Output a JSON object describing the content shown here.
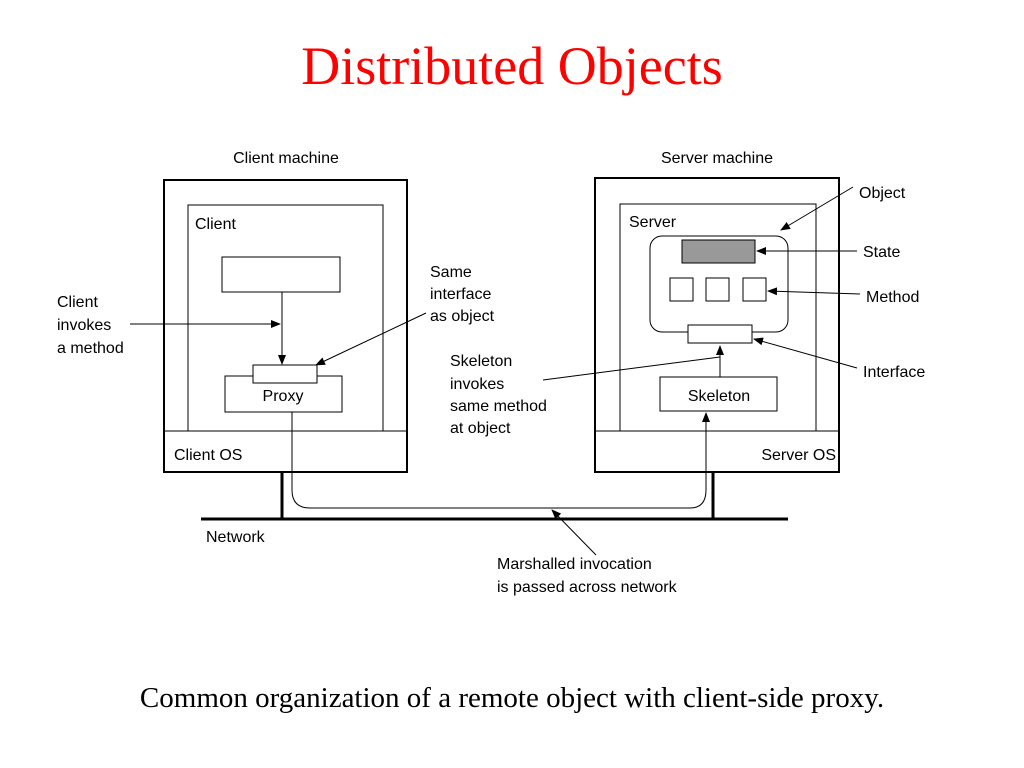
{
  "slide": {
    "title": "Distributed Objects",
    "title_color": "#ff0000",
    "caption": "Common organization of a remote object with client-side proxy."
  },
  "diagram": {
    "client_machine_label": "Client machine",
    "server_machine_label": "Server machine",
    "client_label": "Client",
    "server_label": "Server",
    "proxy_label": "Proxy",
    "skeleton_label": "Skeleton",
    "client_os_label": "Client OS",
    "server_os_label": "Server OS",
    "network_label": "Network",
    "client_invokes": [
      "Client",
      "invokes",
      "a method"
    ],
    "same_interface": [
      "Same",
      "interface",
      "as object"
    ],
    "skeleton_invokes": [
      "Skeleton",
      "invokes",
      "same method",
      "at object"
    ],
    "marshalled": [
      "Marshalled invocation",
      "is passed across network"
    ],
    "object_label": "Object",
    "state_label": "State",
    "method_label": "Method",
    "interface_label": "Interface",
    "state_fill": "#999999"
  }
}
